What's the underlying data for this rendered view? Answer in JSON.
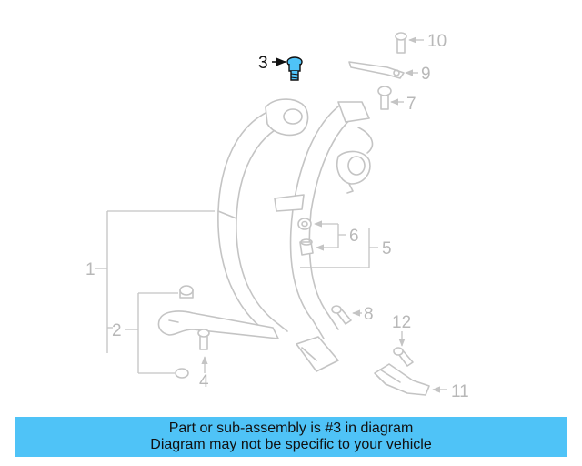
{
  "diagram": {
    "highlighted_part": "3",
    "highlight_color": "#4fc3f7",
    "callouts": [
      "1",
      "2",
      "3",
      "4",
      "5",
      "6",
      "7",
      "8",
      "9",
      "10",
      "11",
      "12"
    ]
  },
  "banner": {
    "line1": "Part or sub-assembly is #3 in diagram",
    "line2": "Diagram may not be specific to your vehicle",
    "background": "#4fc3f7"
  }
}
